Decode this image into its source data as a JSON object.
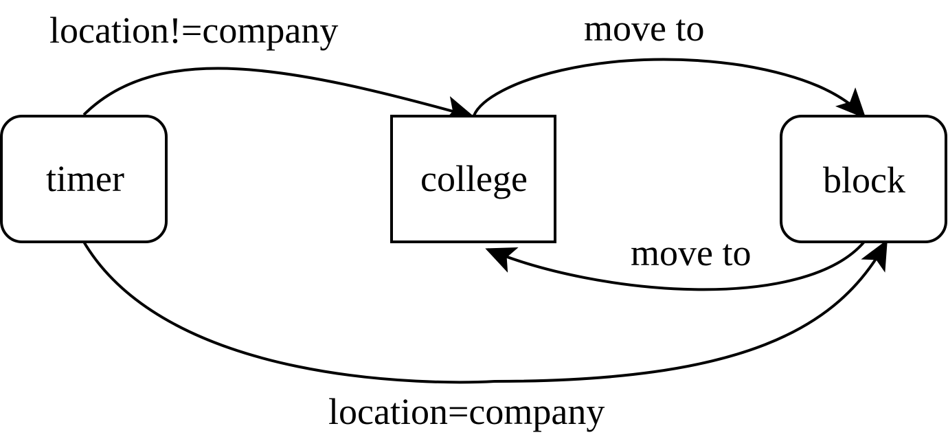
{
  "colors": {
    "stroke": "#000000",
    "background": "#ffffff"
  },
  "nodes": {
    "timer": {
      "label": "timer",
      "shape": "rounded-rectangle"
    },
    "college": {
      "label": "college",
      "shape": "rectangle"
    },
    "block": {
      "label": "block",
      "shape": "rounded-rectangle"
    }
  },
  "edges": [
    {
      "from": "timer",
      "to": "college",
      "label": "location!=company"
    },
    {
      "from": "college",
      "to": "block",
      "label": "move to"
    },
    {
      "from": "block",
      "to": "college",
      "label": "move to"
    },
    {
      "from": "timer",
      "to": "block",
      "label": "location=company"
    }
  ]
}
